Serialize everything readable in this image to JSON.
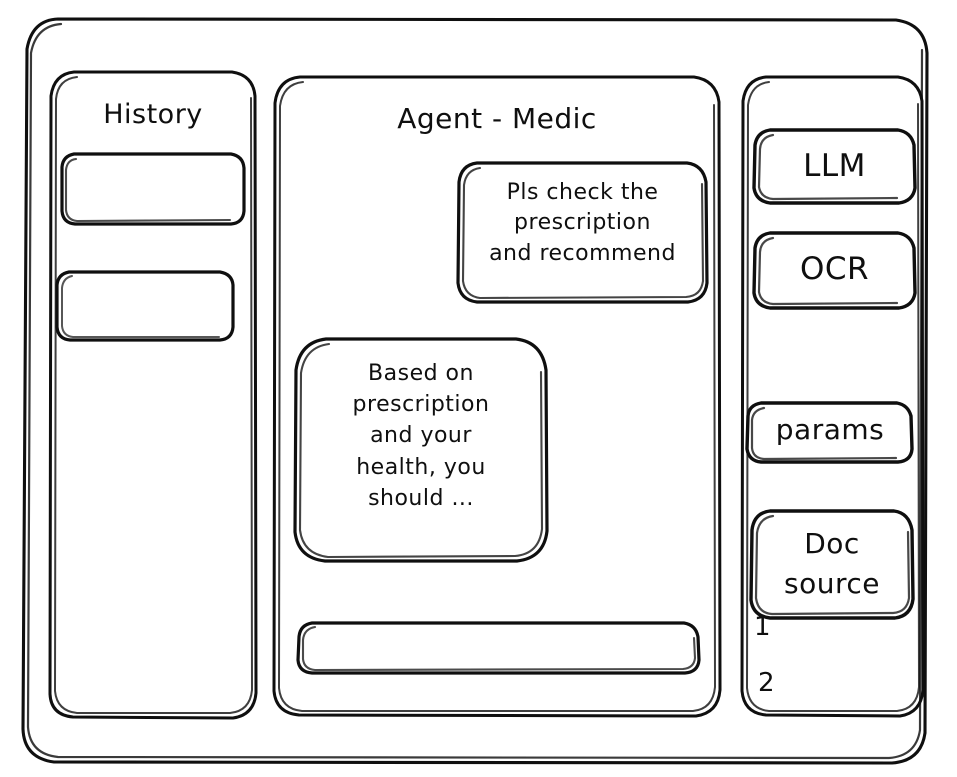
{
  "window": {
    "name": "wireframe-window"
  },
  "history": {
    "title": "History",
    "items": [
      {
        "label": ""
      },
      {
        "label": ""
      }
    ]
  },
  "main": {
    "title": "Agent - Medic",
    "messages": [
      {
        "role": "user",
        "text": "Pls check the\nprescription\nand recommend"
      },
      {
        "role": "agent",
        "text": "Based on\nprescription\nand your\nhealth, you\nshould ..."
      }
    ],
    "composer": {
      "value": "",
      "placeholder": ""
    }
  },
  "tools": {
    "buttons": [
      {
        "label": "LLM"
      },
      {
        "label": "OCR"
      },
      {
        "label": "params"
      }
    ],
    "doc_source": {
      "label": "Doc\nsource",
      "items": [
        "1",
        "2"
      ]
    }
  },
  "style": {
    "stroke": "#0f0f0f",
    "background": "#ffffff"
  }
}
